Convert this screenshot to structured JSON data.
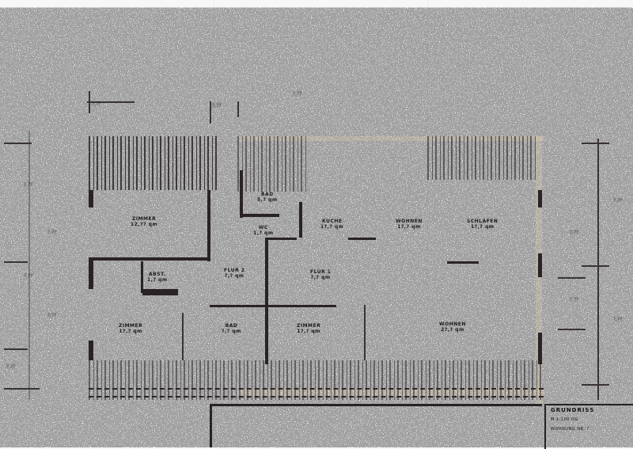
{
  "document": {
    "type": "scanned architectural floor plan",
    "colors": {
      "paper": "#f7f7f8",
      "walls": "#2a2326",
      "exterior_tint": "#ebd2aa"
    }
  },
  "rooms": [
    {
      "id": "room-top-left",
      "label": "ZIMMER",
      "area": "12,?? qm"
    },
    {
      "id": "room-bath-top",
      "label": "BAD",
      "area": "5,? qm"
    },
    {
      "id": "room-wc",
      "label": "WC",
      "area": "1,? qm"
    },
    {
      "id": "room-kitchen",
      "label": "KÜCHE",
      "area": "1?,? qm"
    },
    {
      "id": "room-living-1",
      "label": "WOHNEN",
      "area": "1?,? qm"
    },
    {
      "id": "room-sleep-top-right",
      "label": "SCHLAFEN",
      "area": "1?,? qm"
    },
    {
      "id": "room-storage",
      "label": "ABST.",
      "area": "1,? qm"
    },
    {
      "id": "room-hall-2",
      "label": "FLUR 2",
      "area": "?,? qm"
    },
    {
      "id": "room-hall-1",
      "label": "FLUR 1",
      "area": "?,? qm"
    },
    {
      "id": "room-left-lower",
      "label": "ZIMMER",
      "area": "1?,? qm"
    },
    {
      "id": "room-bath-lower",
      "label": "BAD",
      "area": "?,? qm"
    },
    {
      "id": "room-middle-lower",
      "label": "ZIMMER",
      "area": "1?,? qm"
    },
    {
      "id": "room-living-lower-right",
      "label": "WOHNEN",
      "area": "2?,? qm"
    }
  ],
  "dimensions": {
    "top": [
      "?,??",
      "?,??",
      "?,??"
    ],
    "left": [
      "?,??",
      "?,??",
      "?,??",
      "?,??",
      "?,??"
    ],
    "right": [
      "?,??",
      "?,??",
      "?,??",
      "?,??"
    ]
  },
  "title_block": {
    "title": "GRUNDRISS",
    "line2": "M 1:100  OG",
    "line3": "WOHNUNG NR. ?"
  }
}
